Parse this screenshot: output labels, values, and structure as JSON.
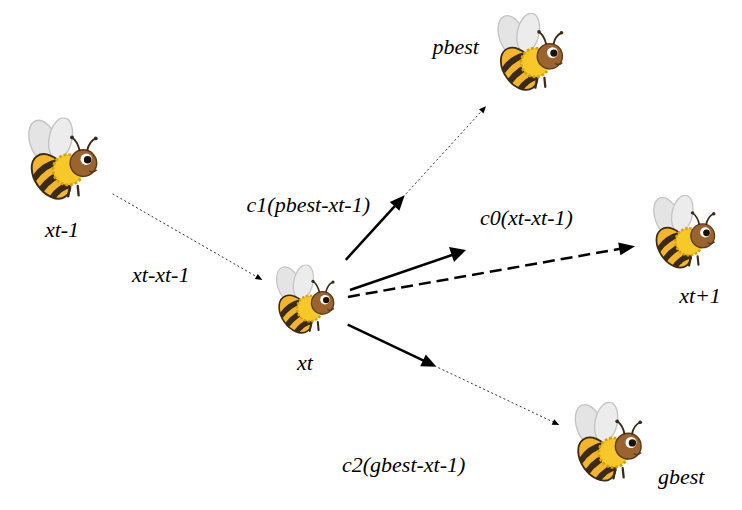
{
  "diagram": {
    "nodes": [
      {
        "text": [
          "xt-1"
        ]
      },
      {
        "text": [
          "xt"
        ]
      },
      {
        "text": [
          "pbest"
        ]
      },
      {
        "text": [
          "xt+1"
        ]
      },
      {
        "text": [
          "gbest"
        ]
      }
    ],
    "edges": [
      {
        "from": 0,
        "to": 1,
        "arrow": "to",
        "label": "xt-xt-1"
      },
      {
        "from": 1,
        "to": 2,
        "arrow": "to",
        "label": "c1(pbest-xt-1)"
      },
      {
        "from": 1,
        "to": 3,
        "arrow": "to"
      },
      {
        "from": 1,
        "to": 4,
        "arrow": "to",
        "label": "c2(gbest-xt-1)"
      }
    ],
    "labels": [
      "c0(xt-xt-1)"
    ]
  }
}
